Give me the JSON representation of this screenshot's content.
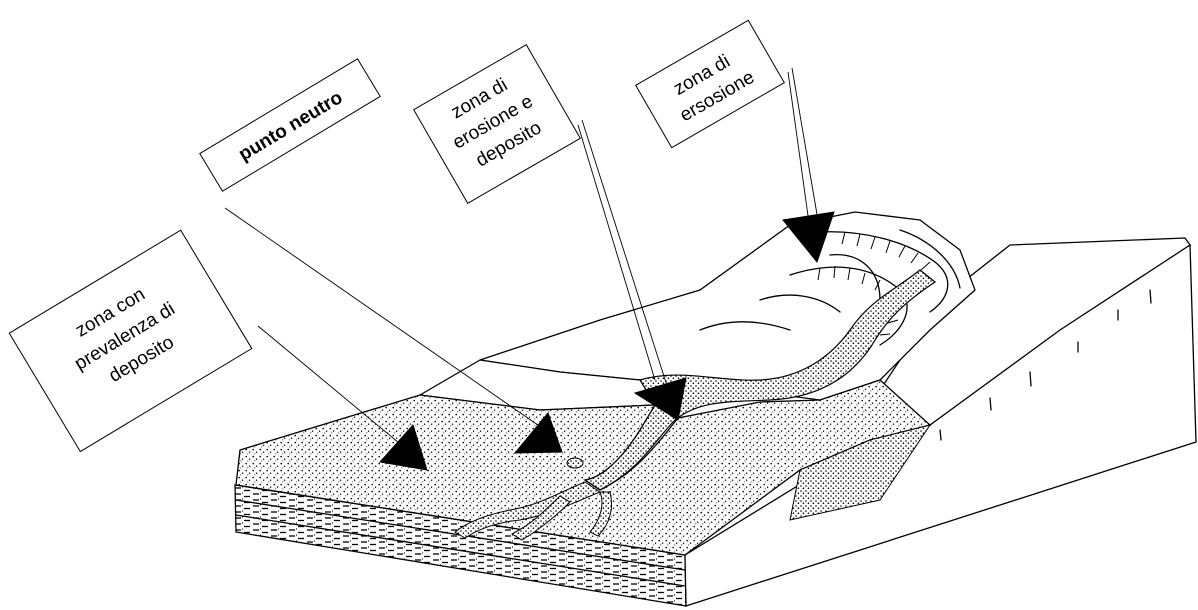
{
  "labels": {
    "punto_neutro": "punto neutro",
    "zona_erosione_deposito": [
      "zona di",
      "erosione e",
      "deposito"
    ],
    "zona_ersosione": [
      "zona di",
      "ersosione"
    ],
    "zona_deposito": [
      "zona con",
      "prevalenza di",
      "deposito"
    ]
  },
  "colors": {
    "ink": "#000000",
    "background": "#ffffff"
  }
}
